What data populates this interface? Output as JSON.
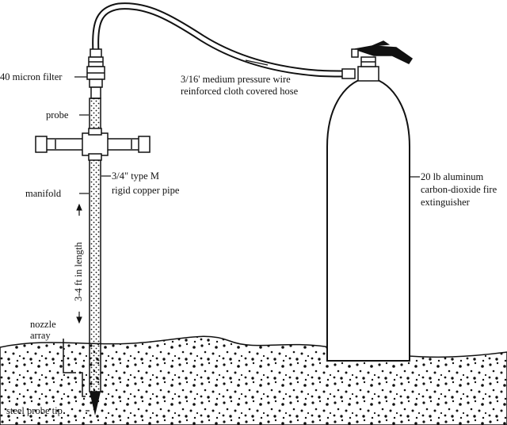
{
  "labels": {
    "filter": "40 micron filter",
    "hose_line1": "3/16' medium pressure wire",
    "hose_line2": "reinforced cloth covered hose",
    "probe": "probe",
    "pipe_line1": "3/4\" type M",
    "pipe_line2": "rigid copper pipe",
    "manifold": "manifold",
    "length": "3-4 ft in length",
    "extinguisher_line1": "20 lb aluminum",
    "extinguisher_line2": "carbon-dioxide fire",
    "extinguisher_line3": "extinguisher",
    "nozzle_line1": "nozzle",
    "nozzle_line2": "array",
    "tip": "steel probe tip"
  },
  "colors": {
    "ink": "#111111",
    "paper": "#ffffff"
  }
}
